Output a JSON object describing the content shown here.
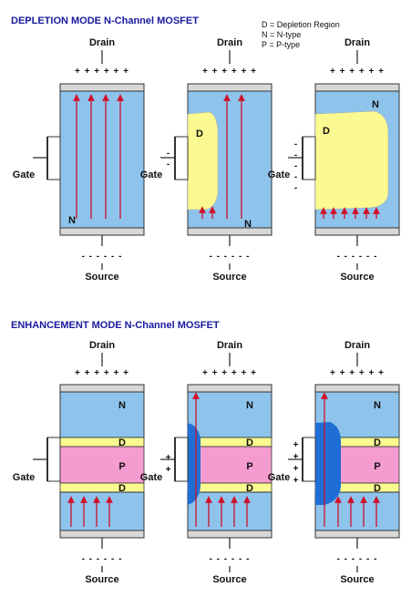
{
  "colors": {
    "n_region": "#8ec3ec",
    "p_region": "#f49cd0",
    "depletion": "#fafa90",
    "channel": "#1f6ed6",
    "electrode": "#d8d8d8",
    "arrow": "#d0102a",
    "title": "#1a1aa0"
  },
  "depletion_section": {
    "title": "DEPLETION MODE N-Channel MOSFET",
    "legend": [
      "D = Depletion Region",
      "N = N-type",
      "P = P-type"
    ],
    "drain_label": "Drain",
    "source_label": "Source",
    "gate_label": "Gate",
    "drain_charge": "+ + +   + + +",
    "source_charge": "- - -   - - -",
    "panels": [
      {
        "gate_charges": [],
        "depletion_label": "",
        "n_label": "N"
      },
      {
        "gate_charges": [
          "-",
          "-"
        ],
        "depletion_label": "D",
        "n_label": "N"
      },
      {
        "gate_charges": [
          "-",
          "-",
          "-",
          "-",
          "-"
        ],
        "depletion_label": "D",
        "n_label": "N"
      }
    ]
  },
  "enhancement_section": {
    "title": "ENHANCEMENT MODE N-Channel MOSFET",
    "drain_label": "Drain",
    "source_label": "Source",
    "gate_label": "Gate",
    "drain_charge": "+ + +   + + +",
    "source_charge": "- - -   - - -",
    "n_label": "N",
    "p_label": "P",
    "d_label": "D",
    "panels": [
      {
        "gate_charges": []
      },
      {
        "gate_charges": [
          "+",
          "+"
        ]
      },
      {
        "gate_charges": [
          "+",
          "+",
          "+",
          "+"
        ]
      }
    ]
  }
}
